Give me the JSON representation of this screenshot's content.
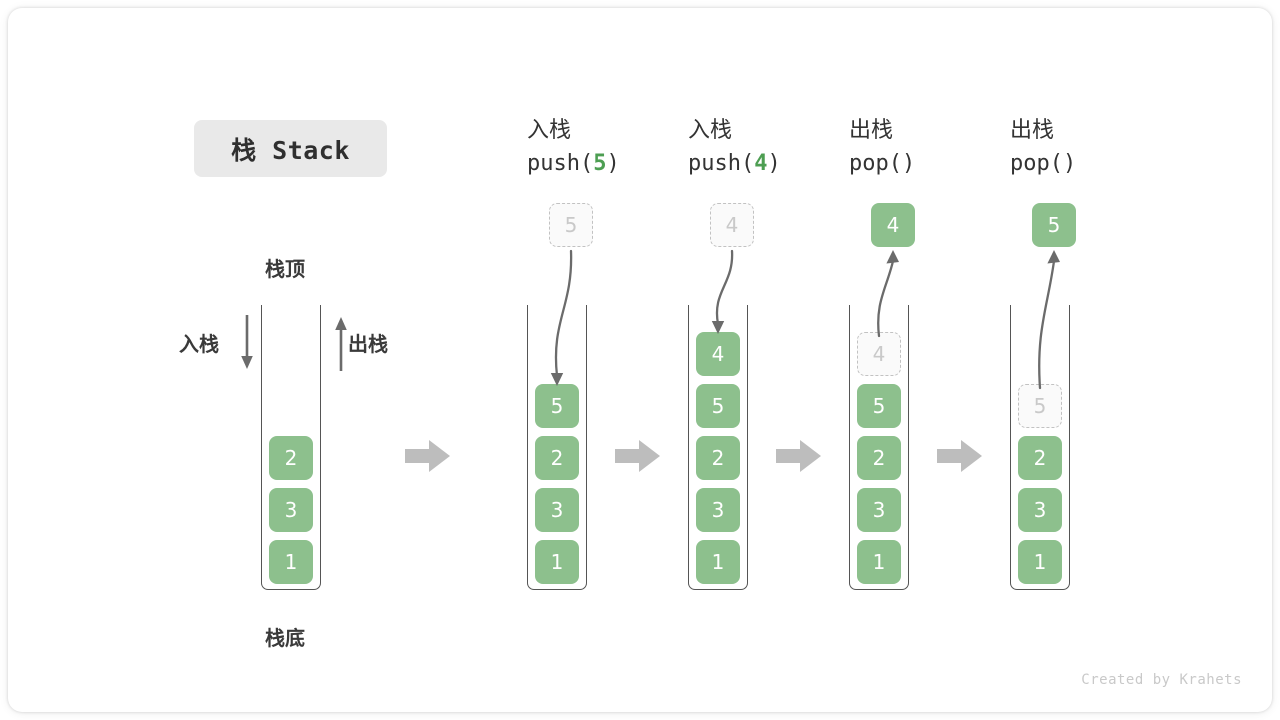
{
  "title": {
    "badge": "栈 Stack"
  },
  "colors": {
    "cell_fill": "#8dc08d",
    "cell_text": "#ffffff",
    "ghost_fill": "#fafafa",
    "ghost_border": "#c2c2c2",
    "ghost_text": "#c9c9c9",
    "container_stroke": "#555555",
    "badge_bg": "#e9e9e9",
    "accent_green": "#4d9e52",
    "arrow_gray": "#bdbdbd",
    "curve_arrow": "#6b6b6b",
    "label_text": "#3a3a3a",
    "footer_text": "#c9c9c9",
    "page_bg": "#ffffff"
  },
  "initial_stack": {
    "top_label": "栈顶",
    "bottom_label": "栈底",
    "push_label": "入栈",
    "pop_label": "出栈",
    "cells": [
      "2",
      "3",
      "1"
    ]
  },
  "steps": [
    {
      "head_cn": "入栈",
      "head_code_prefix": "push(",
      "head_code_arg": "5",
      "head_code_suffix": ")",
      "operation": "push",
      "floating": {
        "value": "5",
        "style": "ghost"
      },
      "cells": [
        {
          "value": "5",
          "style": "solid"
        },
        {
          "value": "2",
          "style": "solid"
        },
        {
          "value": "3",
          "style": "solid"
        },
        {
          "value": "1",
          "style": "solid"
        }
      ]
    },
    {
      "head_cn": "入栈",
      "head_code_prefix": "push(",
      "head_code_arg": "4",
      "head_code_suffix": ")",
      "operation": "push",
      "floating": {
        "value": "4",
        "style": "ghost"
      },
      "cells": [
        {
          "value": "4",
          "style": "solid"
        },
        {
          "value": "5",
          "style": "solid"
        },
        {
          "value": "2",
          "style": "solid"
        },
        {
          "value": "3",
          "style": "solid"
        },
        {
          "value": "1",
          "style": "solid"
        }
      ]
    },
    {
      "head_cn": "出栈",
      "head_code_prefix": "pop(",
      "head_code_arg": "",
      "head_code_suffix": ")",
      "operation": "pop",
      "floating": {
        "value": "4",
        "style": "solid"
      },
      "cells": [
        {
          "value": "4",
          "style": "ghost"
        },
        {
          "value": "5",
          "style": "solid"
        },
        {
          "value": "2",
          "style": "solid"
        },
        {
          "value": "3",
          "style": "solid"
        },
        {
          "value": "1",
          "style": "solid"
        }
      ]
    },
    {
      "head_cn": "出栈",
      "head_code_prefix": "pop(",
      "head_code_arg": "",
      "head_code_suffix": ")",
      "operation": "pop",
      "floating": {
        "value": "5",
        "style": "solid"
      },
      "cells": [
        {
          "value": "5",
          "style": "ghost"
        },
        {
          "value": "2",
          "style": "solid"
        },
        {
          "value": "3",
          "style": "solid"
        },
        {
          "value": "1",
          "style": "solid"
        }
      ]
    }
  ],
  "footer": {
    "credit": "Created by Krahets"
  }
}
